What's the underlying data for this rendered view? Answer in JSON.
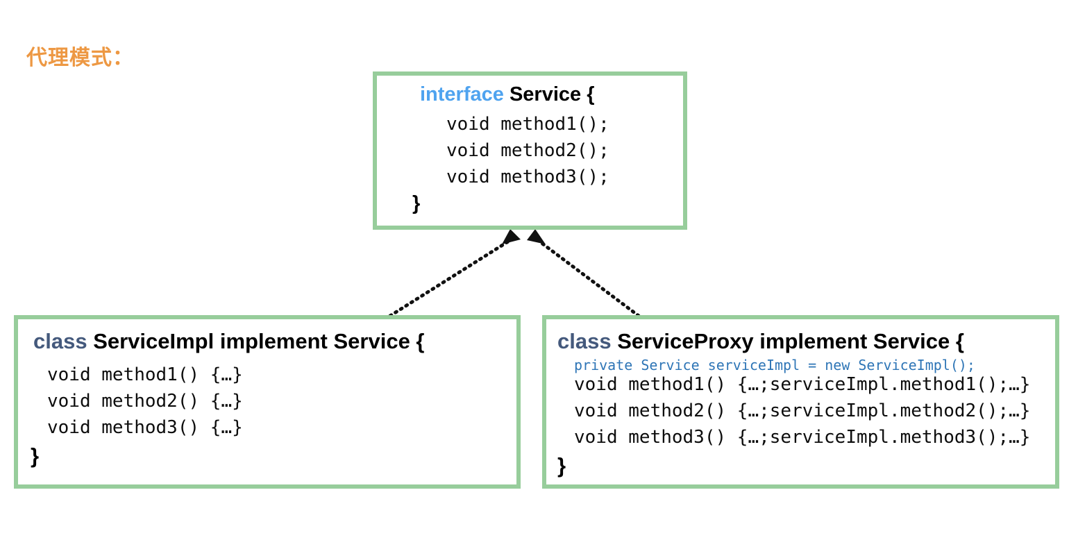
{
  "title": "代理模式：",
  "colors": {
    "title": "#ED9843",
    "box_border": "#97CD9B",
    "keyword_interface": "#4FA3EF",
    "keyword_class": "#44597C",
    "field_line": "#2E75B6",
    "code_text": "#0D0D0D",
    "background": "#FFFFFF"
  },
  "interface_box": {
    "keyword": "interface",
    "header_rest": " Service {",
    "methods": [
      "void method1();",
      "void method2();",
      "void method3();"
    ],
    "closing_brace": "}"
  },
  "impl_box": {
    "keyword": "class",
    "header_rest": " ServiceImpl implement Service {",
    "methods": [
      "void method1() {…}",
      "void method2() {…}",
      "void method3() {…}"
    ],
    "closing_brace": "}"
  },
  "proxy_box": {
    "keyword": "class",
    "header_rest": " ServiceProxy implement Service {",
    "field": "private Service serviceImpl = new ServiceImpl();",
    "methods": [
      "void method1() {…;serviceImpl.method1();…}",
      "void method2() {…;serviceImpl.method2();…}",
      "void method3() {…;serviceImpl.method3();…}"
    ],
    "closing_brace": "}"
  },
  "connectors": [
    {
      "name": "impl-realizes-service",
      "from": "impl_box",
      "to": "interface_box",
      "style": "dotted",
      "arrow": "closed-triangle"
    },
    {
      "name": "proxy-realizes-service",
      "from": "proxy_box",
      "to": "interface_box",
      "style": "dotted",
      "arrow": "closed-triangle"
    }
  ]
}
